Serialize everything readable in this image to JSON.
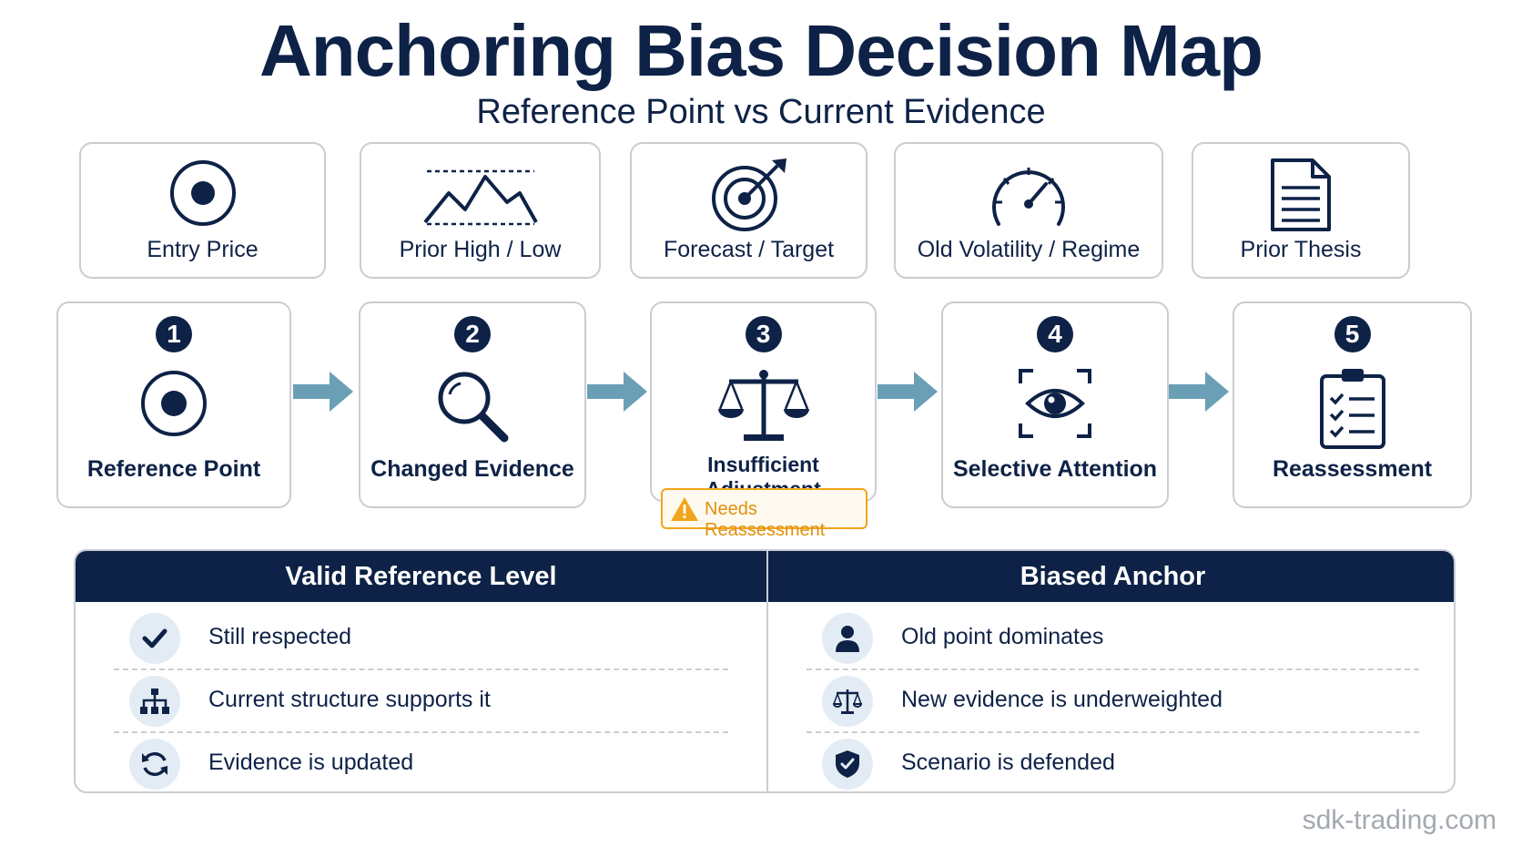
{
  "header": {
    "title": "Anchoring Bias Decision Map",
    "subtitle": "Reference Point vs Current Evidence"
  },
  "anchors": [
    {
      "label": "Entry Price",
      "icon": "target-dot-icon"
    },
    {
      "label": "Prior High / Low",
      "icon": "mountain-range-icon"
    },
    {
      "label": "Forecast / Target",
      "icon": "bullseye-arrow-icon"
    },
    {
      "label": "Old Volatility / Regime",
      "icon": "gauge-icon"
    },
    {
      "label": "Prior Thesis",
      "icon": "document-icon"
    }
  ],
  "steps": [
    {
      "number": "1",
      "label": "Reference Point",
      "icon": "target-dot-icon"
    },
    {
      "number": "2",
      "label": "Changed Evidence",
      "icon": "magnifier-icon"
    },
    {
      "number": "3",
      "label": "Insufficient Adjustment",
      "icon": "scale-icon"
    },
    {
      "number": "4",
      "label": "Selective Attention",
      "icon": "eye-focus-icon"
    },
    {
      "number": "5",
      "label": "Reassessment",
      "icon": "clipboard-check-icon"
    }
  ],
  "warning": {
    "label": "Needs Reassessment",
    "icon": "warning-triangle-icon"
  },
  "comparison": {
    "valid": {
      "title": "Valid Reference Level",
      "items": [
        {
          "text": "Still respected",
          "icon": "check-icon"
        },
        {
          "text": "Current structure supports it",
          "icon": "hierarchy-icon"
        },
        {
          "text": "Evidence is updated",
          "icon": "refresh-icon"
        }
      ]
    },
    "biased": {
      "title": "Biased Anchor",
      "items": [
        {
          "text": "Old point dominates",
          "icon": "person-icon"
        },
        {
          "text": "New evidence is underweighted",
          "icon": "scale-icon"
        },
        {
          "text": "Scenario is defended",
          "icon": "shield-check-icon"
        }
      ]
    }
  },
  "footer": {
    "site": "sdk-trading.com"
  },
  "colors": {
    "navy": "#0e2247",
    "arrow": "#6a9fb5",
    "warning": "#f2a51a",
    "border": "#c9cdd3"
  }
}
